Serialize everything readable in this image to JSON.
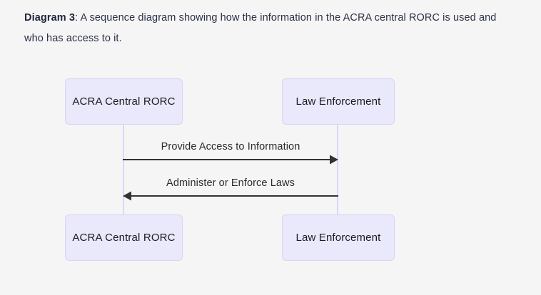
{
  "caption": {
    "lead": "Diagram 3",
    "rest": ": A sequence diagram showing how the information in the ACRA central RORC is used and who has access to it."
  },
  "diagram": {
    "type": "sequence-diagram",
    "background_color": "#f5f5f6",
    "actor_fill_color": "#eae8fb",
    "actor_border_color": "#d9d2f3",
    "lifeline_color": "#ded7f7",
    "arrow_color": "#333333",
    "actors": [
      {
        "id": "acra",
        "label": "ACRA Central RORC"
      },
      {
        "id": "law",
        "label": "Law Enforcement"
      }
    ],
    "actors_bottom": [
      {
        "id": "acra-bottom",
        "label": "ACRA Central RORC"
      },
      {
        "id": "law-bottom",
        "label": "Law Enforcement"
      }
    ],
    "messages": [
      {
        "label": "Provide Access to Information",
        "from": "acra",
        "to": "law",
        "direction": "right"
      },
      {
        "label": "Administer or Enforce Laws",
        "from": "law",
        "to": "acra",
        "direction": "left"
      }
    ]
  }
}
